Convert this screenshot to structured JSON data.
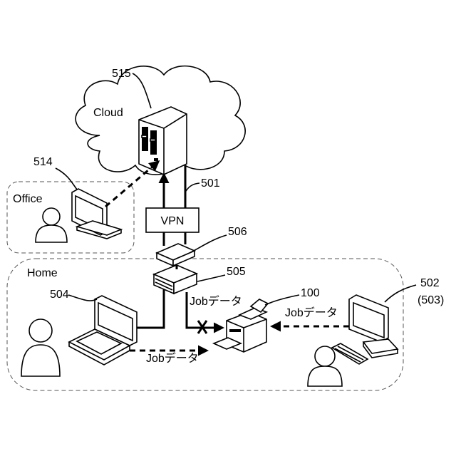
{
  "regions": {
    "cloud_label": "Cloud",
    "office_label": "Office",
    "home_label": "Home"
  },
  "vpn": {
    "label": "VPN"
  },
  "flows": {
    "job_data_router": "Jobデータ",
    "job_data_monitor": "Jobデータ",
    "job_data_laptop": "Jobデータ"
  },
  "refs": {
    "server": "515",
    "office_pc": "514",
    "line": "501",
    "device_top": "506",
    "device_bottom": "505",
    "laptop": "504",
    "printer": "100",
    "home_pc": "502",
    "home_pc_alt": "(503)"
  },
  "icons": [
    "cloud-outline",
    "server-icon",
    "monitor-icon",
    "person-icon",
    "router-icon",
    "laptop-icon",
    "printer-icon",
    "keyboard-icon",
    "blocked-x-icon"
  ]
}
